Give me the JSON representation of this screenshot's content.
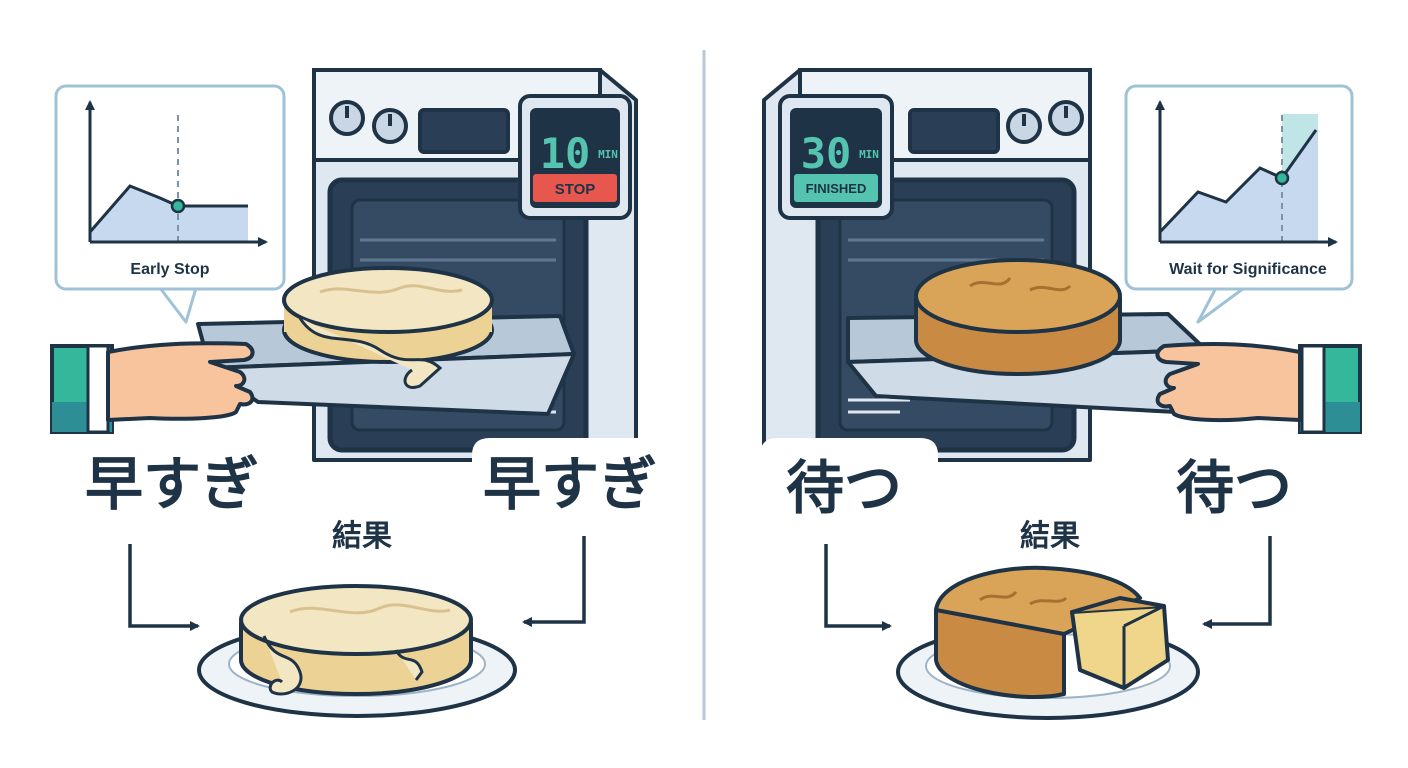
{
  "left": {
    "chart_caption": "Early Stop",
    "timer_value": "10",
    "timer_unit": "MIN",
    "timer_status": "STOP",
    "label_main": "早すぎ",
    "label_badge": "早すぎ",
    "result_label": "結果"
  },
  "right": {
    "chart_caption": "Wait for Significance",
    "timer_value": "30",
    "timer_unit": "MIN",
    "timer_status": "FINISHED",
    "label_main": "待つ",
    "label_badge": "待つ",
    "result_label": "結果"
  },
  "colors": {
    "ink": "#1f3346",
    "oven_body": "#dfe8f1",
    "oven_window": "#24384e",
    "lcd_red": "#e8574d",
    "lcd_teal": "#54c4b0",
    "chart_fill": "#c7d9ee",
    "chart_highlight": "#bfe5e6",
    "cake_raw": "#f0e0b0",
    "cake_baked": "#d59e53",
    "sleeve": "#35b79c",
    "skin": "#f7c49d"
  }
}
